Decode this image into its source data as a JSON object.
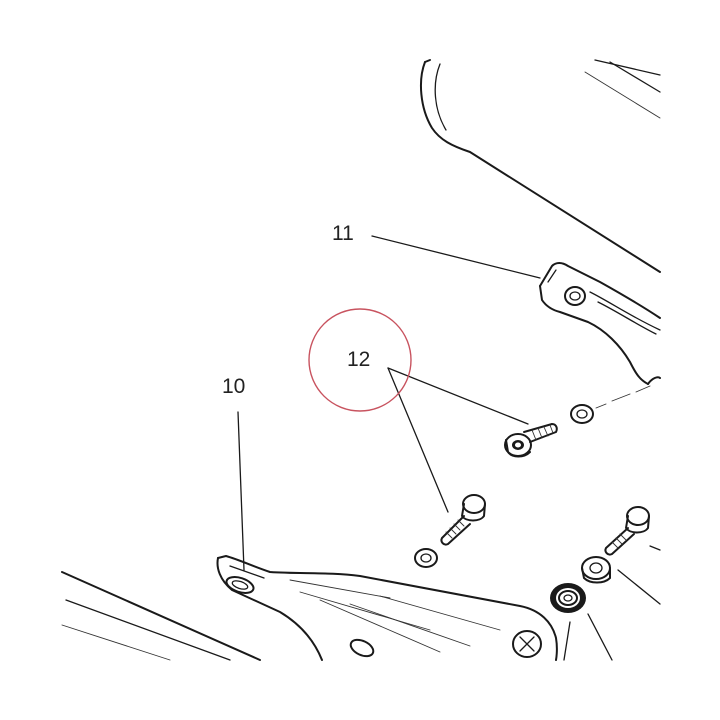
{
  "callouts": {
    "part_10": "10",
    "part_11": "11",
    "part_12": "12"
  },
  "colors": {
    "line": "#1a1a1a",
    "highlight_circle": "#c8535f"
  }
}
